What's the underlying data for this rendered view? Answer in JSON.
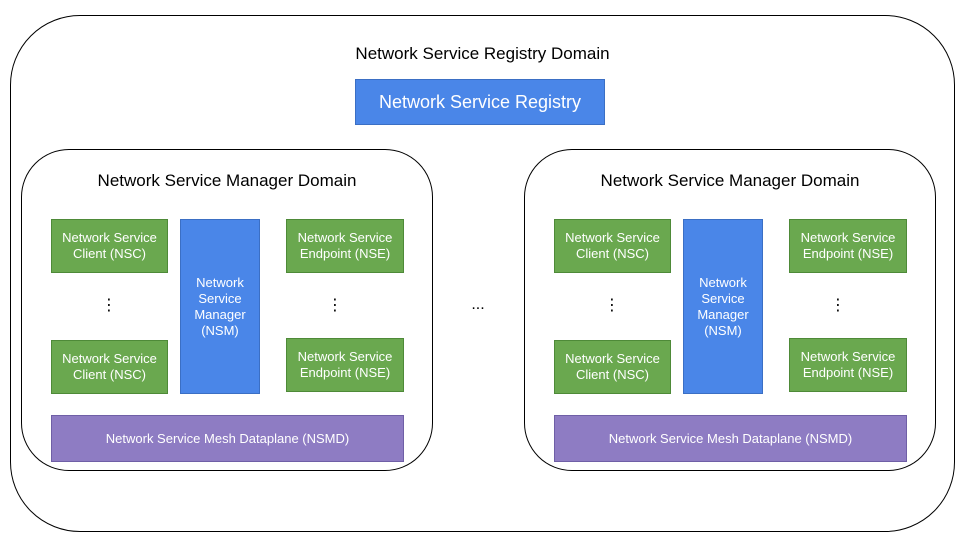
{
  "registry_domain": {
    "title": "Network Service Registry Domain",
    "registry_label": "Network Service Registry"
  },
  "manager_domains": [
    {
      "title": "Network Service Manager Domain",
      "nsc_top": "Network Service Client (NSC)",
      "nsc_bottom": "Network Service Client (NSC)",
      "nsm": "Network Service Manager (NSM)",
      "nse_top": "Network Service Endpoint (NSE)",
      "nse_bottom": "Network Service Endpoint (NSE)",
      "dataplane": "Network Service Mesh Dataplane (NSMD)",
      "ellipsis_left": "⋮",
      "ellipsis_right": "⋮"
    },
    {
      "title": "Network Service Manager Domain",
      "nsc_top": "Network Service Client (NSC)",
      "nsc_bottom": "Network Service Client (NSC)",
      "nsm": "Network Service Manager (NSM)",
      "nse_top": "Network Service Endpoint (NSE)",
      "nse_bottom": "Network Service Endpoint (NSE)",
      "dataplane": "Network Service Mesh Dataplane (NSMD)",
      "ellipsis_left": "⋮",
      "ellipsis_right": "⋮"
    }
  ],
  "between_domains_ellipsis": "...",
  "colors": {
    "registry": "#4a86e8",
    "client_endpoint": "#6aa84f",
    "manager": "#4a86e8",
    "dataplane": "#8e7cc3"
  }
}
